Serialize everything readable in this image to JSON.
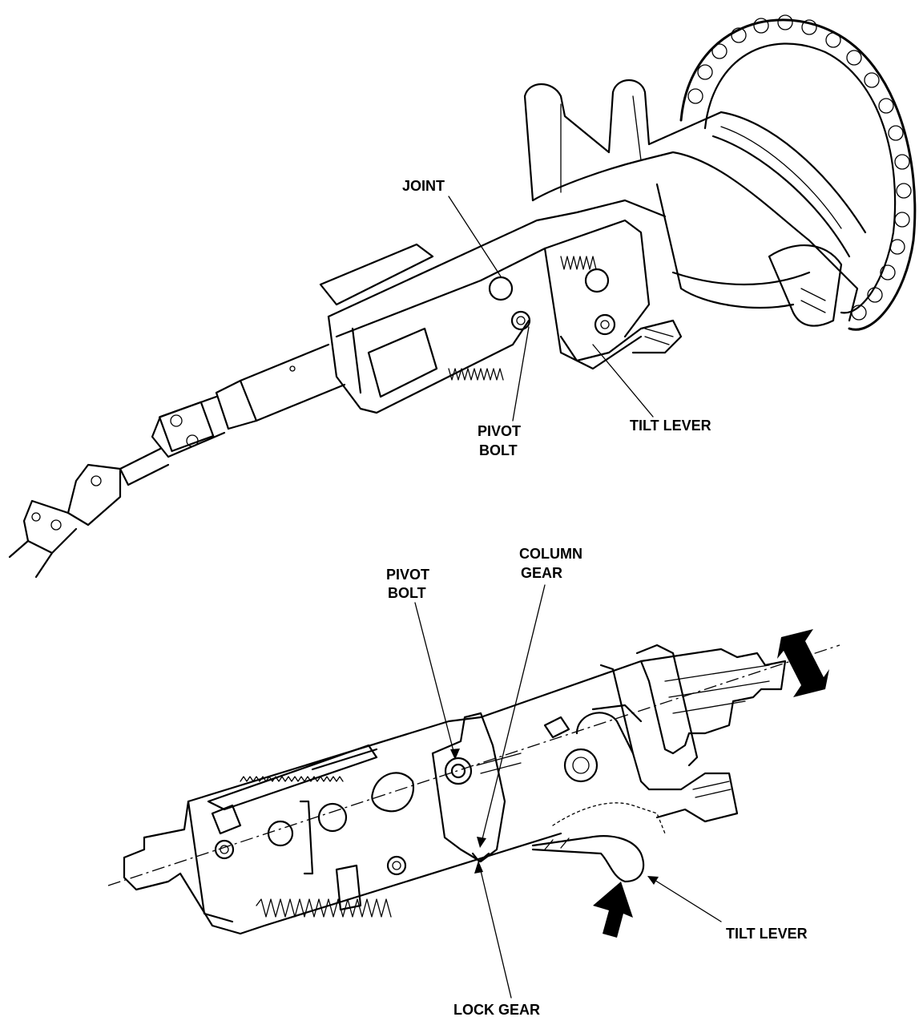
{
  "labels": {
    "top_joint": "JOINT",
    "top_pivot_bolt_line1": "PIVOT",
    "top_pivot_bolt_line2": "BOLT",
    "top_tilt_lever": "TILT LEVER",
    "bottom_pivot_bolt_line1": "PIVOT",
    "bottom_pivot_bolt_line2": "BOLT",
    "bottom_column_gear_line1": "COLUMN",
    "bottom_column_gear_line2": "GEAR",
    "bottom_tilt_lever": "TILT LEVER",
    "bottom_lock_gear": "LOCK GEAR"
  },
  "colors": {
    "ink": "#000000",
    "paper": "#ffffff"
  }
}
